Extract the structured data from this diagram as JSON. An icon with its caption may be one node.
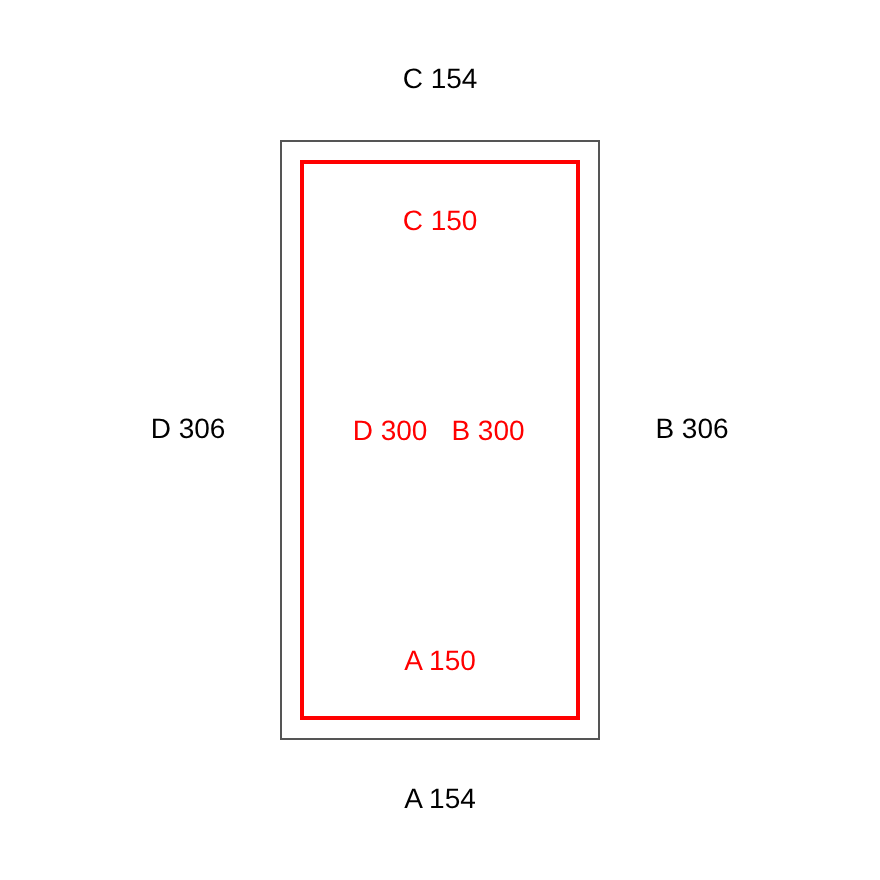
{
  "diagram": {
    "nodes": [
      {
        "text": [],
        "shape": "box",
        "beside": [
          "C 154",
          "D 306",
          "B 306",
          "A 154"
        ]
      },
      {
        "text": [
          "C 150",
          "D 300",
          "B 300",
          "A 150"
        ],
        "in": 0
      }
    ]
  }
}
